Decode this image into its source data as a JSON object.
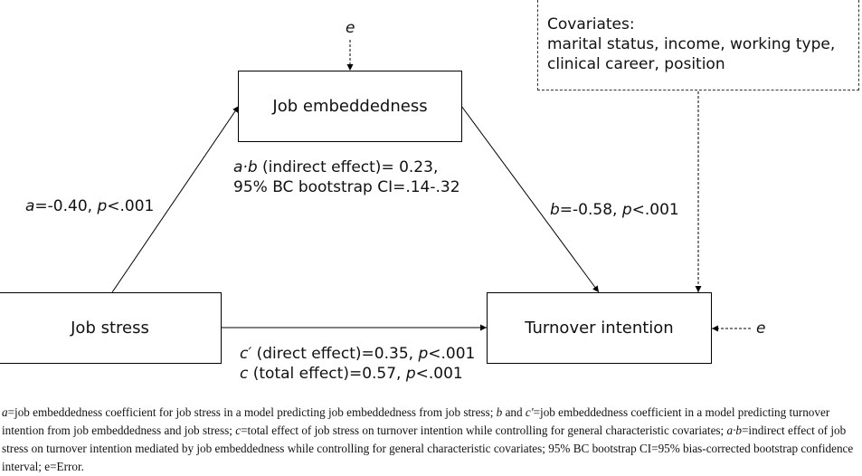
{
  "nodes": {
    "mediator": "Job embeddedness",
    "predictor": "Job stress",
    "outcome": "Turnover intention",
    "error_top": "e",
    "error_right": "e"
  },
  "covariates": {
    "title": "Covariates:",
    "line1": "marital status, income, working type,",
    "line2": "clinical career, position"
  },
  "paths": {
    "a": {
      "sym": "a",
      "text": "=-0.40,  ",
      "p_sym": "p",
      "p_text": "<.001"
    },
    "b": {
      "sym": "b",
      "text": "=-0.58,  ",
      "p_sym": "p",
      "p_text": "<.001"
    },
    "indirect": {
      "sym": "a·b",
      "text": " (indirect effect)= 0.23,",
      "line2": "95% BC bootstrap  CI=.14-.32"
    },
    "direct": {
      "sym": "c′",
      "text": " (direct effect)=0.35,  ",
      "p_sym": "p",
      "p_text": "<.001"
    },
    "total": {
      "sym": "c",
      "text": " (total effect)=0.57,  ",
      "p_sym": "p",
      "p_text": "<.001"
    }
  },
  "note": {
    "s1": "a",
    "t1": "=job embeddedness coefficient for job stress in a model predicting job embeddedness from job stress; ",
    "s2": "b",
    "t2": " and ",
    "s3": "c'",
    "t3": "=job embeddedness coefficient in a model predicting turnover intention from job embeddedness and job stress; ",
    "s4": "c",
    "t4": "=total effect of job stress on turnover intention while controlling for general characteristic covariates; ",
    "s5": "a·b",
    "t5": "=indirect effect of job stress on turnover intention mediated by job embeddedness while controlling for general characteristic covariates; 95% BC bootstrap CI=95% bias-corrected bootstrap confidence interval; e=Error."
  }
}
